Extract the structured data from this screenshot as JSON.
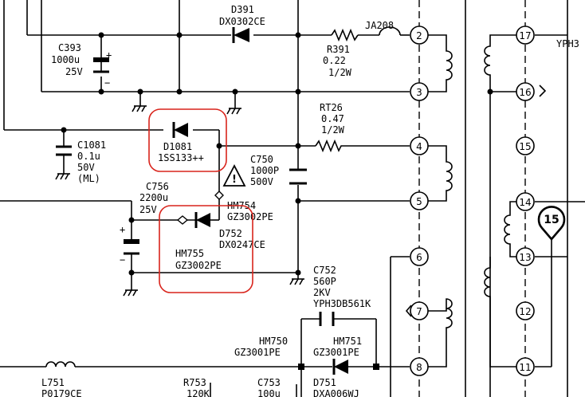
{
  "components": {
    "d391": {
      "ref": "D391",
      "part": "DX0302CE"
    },
    "ja208": {
      "ref": "JA208"
    },
    "r391": {
      "ref": "R391",
      "value": "0.22",
      "rating": "1/2W"
    },
    "c393": {
      "ref": "C393",
      "value": "1000u",
      "voltage": "25V"
    },
    "rt26": {
      "ref": "RT26",
      "value": "0.47",
      "rating": "1/2W"
    },
    "d1081": {
      "ref": "D1081",
      "part": "1SS133++"
    },
    "c1081": {
      "ref": "C1081",
      "value": "0.1u",
      "voltage": "50V",
      "note": "(ML)"
    },
    "c750": {
      "ref": "C750",
      "value": "1000P",
      "voltage": "500V"
    },
    "c756": {
      "ref": "C756",
      "value": "2200u",
      "voltage": "25V"
    },
    "hm754": {
      "ref": "HM754",
      "part": "GZ3002PE"
    },
    "d752": {
      "ref": "D752",
      "part": "DX0247CE"
    },
    "hm755": {
      "ref": "HM755",
      "part": "GZ3002PE"
    },
    "c752": {
      "ref": "C752",
      "value": "560P",
      "voltage": "2KV"
    },
    "yph": {
      "part": "YPH3DB561K"
    },
    "hm750": {
      "ref": "HM750",
      "part": "GZ3001PE"
    },
    "hm751": {
      "ref": "HM751",
      "part": "GZ3001PE"
    },
    "d751": {
      "ref": "D751",
      "part": "DXA006WJ"
    },
    "l751": {
      "ref": "L751",
      "part": "P0179CE"
    },
    "r753": {
      "ref": "R753",
      "value": "120K"
    },
    "c753": {
      "ref": "C753",
      "value": "100u"
    }
  },
  "pins": {
    "left": [
      "2",
      "3",
      "4",
      "5",
      "6",
      "7",
      "8"
    ],
    "right": [
      "17",
      "16",
      "15",
      "14",
      "13",
      "12",
      "11"
    ],
    "marker": "15"
  },
  "fragments": {
    "yph_top": "YPH3"
  },
  "colors": {
    "highlight": "#d9241c",
    "wire": "#000000"
  }
}
